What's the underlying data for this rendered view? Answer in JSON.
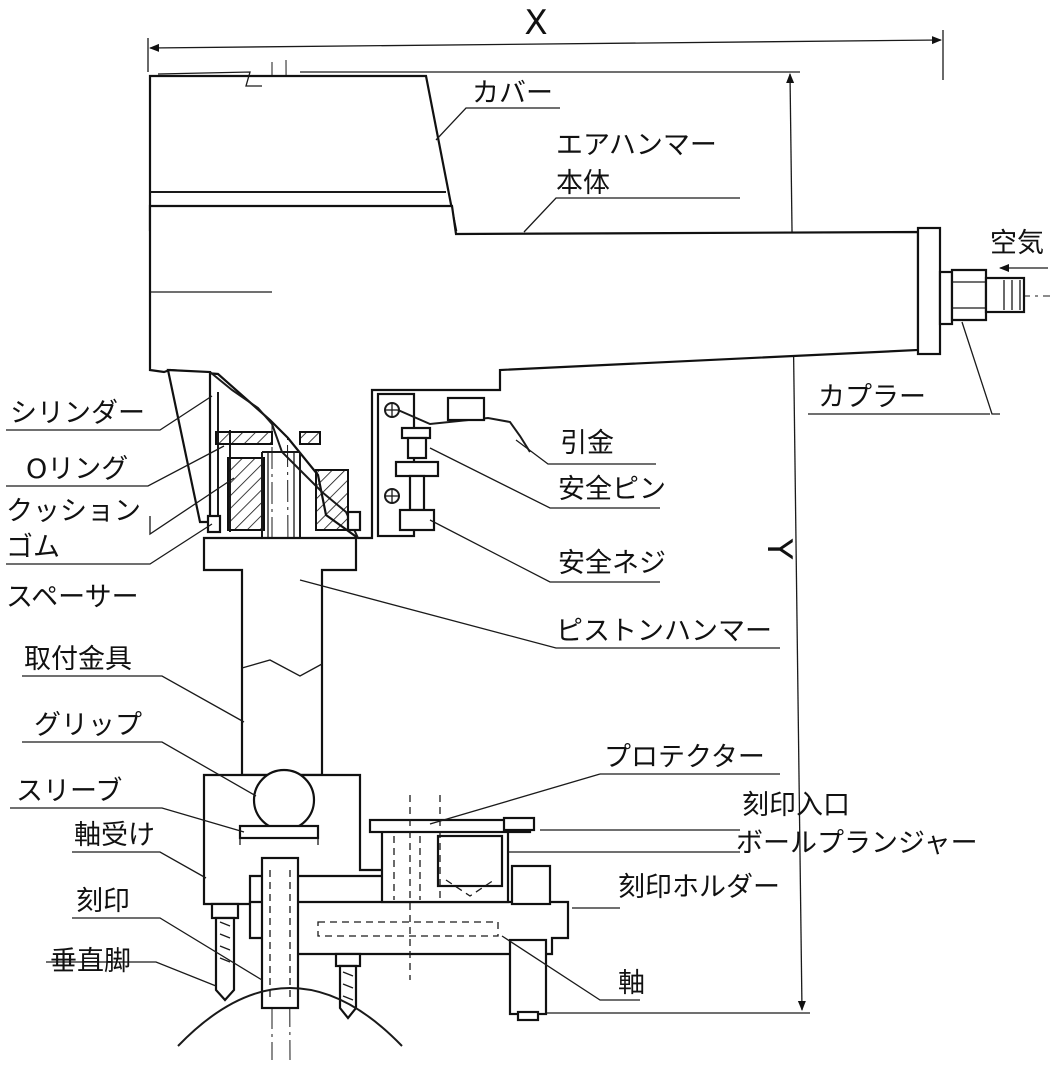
{
  "dimensions": {
    "x": "X",
    "y": "Y"
  },
  "labels": {
    "cover": "カバー",
    "air_hammer_body_line1": "エアハンマー",
    "air_hammer_body_line2": "本体",
    "air": "空気",
    "coupler": "カプラー",
    "trigger": "引金",
    "safety_pin": "安全ピン",
    "safety_screw": "安全ネジ",
    "piston_hammer": "ピストンハンマー",
    "cylinder": "シリンダー",
    "o_ring": "Oリング",
    "cushion_rubber_line1": "クッション",
    "cushion_rubber_line2": "ゴム",
    "spacer": "スペーサー",
    "mounting_bracket": "取付金具",
    "grip": "グリップ",
    "sleeve": "スリーブ",
    "bearing": "軸受け",
    "stamp": "刻印",
    "vertical_leg": "垂直脚",
    "protector": "プロテクター",
    "stamp_inlet": "刻印入口",
    "ball_plunger": "ボールプランジャー",
    "stamp_holder": "刻印ホルダー",
    "shaft": "軸"
  }
}
